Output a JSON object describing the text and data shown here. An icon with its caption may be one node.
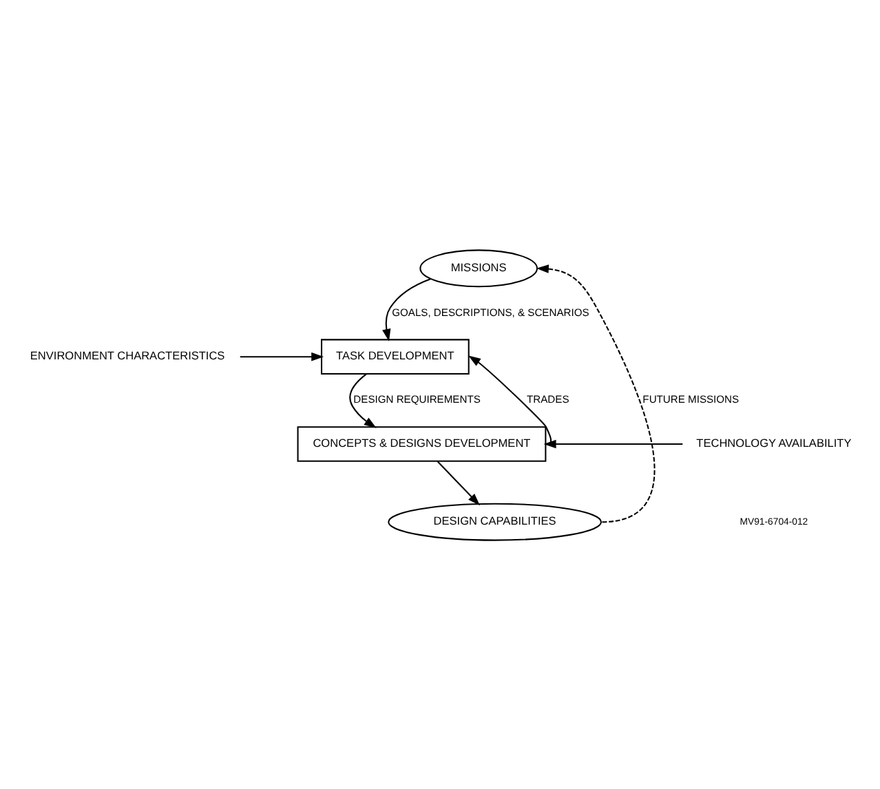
{
  "diagram": {
    "nodes": [
      {
        "text": [
          "MISSIONS"
        ]
      },
      {
        "text": [
          "TASK DEVELOPMENT"
        ]
      },
      {
        "text": [
          "CONCEPTS & DESIGNS DEVELOPMENT"
        ]
      },
      {
        "text": [
          "DESIGN CAPABILITIES"
        ]
      },
      {
        "text": [
          "ENVIRONMENT CHARACTERISTICS"
        ]
      },
      {
        "text": [
          "TECHNOLOGY AVAILABILITY"
        ]
      }
    ],
    "edges": [
      {
        "from": 0,
        "to": 1,
        "arrow": "to",
        "label": "GOALS, DESCRIPTIONS, & SCENARIOS"
      },
      {
        "from": 4,
        "to": 1,
        "arrow": "to"
      },
      {
        "from": 1,
        "to": 2,
        "arrow": "to",
        "label": "DESIGN REQUIREMENTS"
      },
      {
        "from": 5,
        "to": 2,
        "arrow": "to"
      },
      {
        "from": 2,
        "to": 1,
        "arrow": "to",
        "label": "TRADES"
      },
      {
        "from": 2,
        "to": 3,
        "arrow": "to"
      },
      {
        "from": 3,
        "to": 0,
        "arrow": "to",
        "style": "dashed",
        "label": "FUTURE MISSIONS"
      }
    ],
    "labels": [
      "MV91-6704-012"
    ]
  }
}
